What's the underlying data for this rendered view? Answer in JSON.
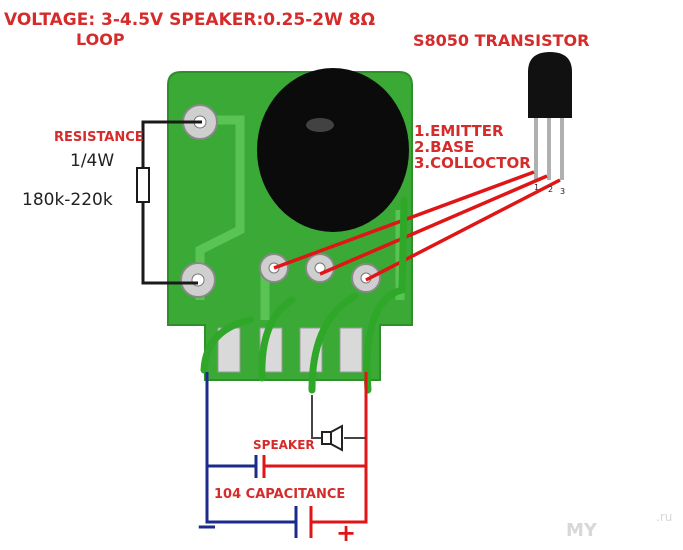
{
  "header": {
    "voltage": "VOLTAGE:  3-4.5V  SPEAKER:0.25-2W 8Ω",
    "loop": "LOOP",
    "transistor": "S8050 TRANSISTOR"
  },
  "resistor": {
    "label": "RESISTANCE",
    "power": "1/4W",
    "value": "180k-220k"
  },
  "pins": {
    "emitter": "1.EMITTER",
    "base": "2.BASE",
    "collector": "3.COLLOCTOR"
  },
  "transistor_pin_numbers": [
    "1",
    "2",
    "3"
  ],
  "speaker_label": "SPEAKER",
  "capacitor_label": "104 CAPACITANCE",
  "polarity": {
    "minus": "−",
    "plus": "+"
  },
  "watermark": {
    "text": "MY",
    "suffix": ".ru"
  },
  "colors": {
    "board": "#3aa935",
    "wire_red": "#e01515",
    "wire_green": "#2fa82a",
    "wire_blue": "#1c2a8a",
    "label_red": "#d52b2b"
  }
}
